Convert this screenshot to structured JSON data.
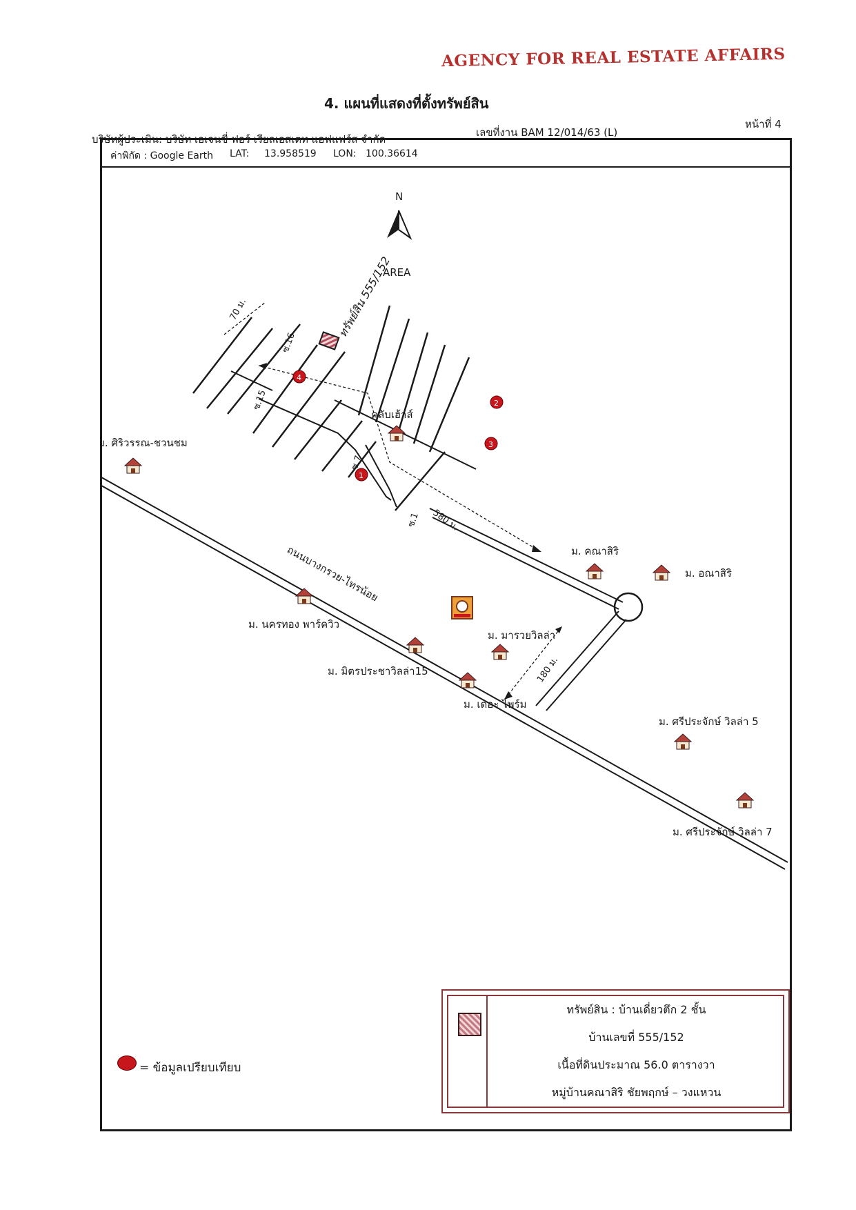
{
  "header": {
    "agency": "AGENCY FOR REAL ESTATE AFFAIRS",
    "title": "4. แผนที่แสดงที่ตั้งทรัพย์สิน",
    "company": "บริษัทผู้ประเมิน: บริษัท เอเจนซี่ ฟอร์ เรียลเอสเตท แอฟแฟร์ส จำกัด",
    "job_no": "เลขที่งาน BAM 12/014/63 (L)",
    "page_no": "หน้าที่ 4"
  },
  "coords": {
    "source": "ค่าพิกัด : Google Earth",
    "lat_label": "LAT:",
    "lat": "13.958519",
    "lon_label": "LON:",
    "lon": "100.36614"
  },
  "compass": {
    "north": "N",
    "area": "AREA"
  },
  "map_labels": {
    "property_script": "ทรัพย์สิน 555/152",
    "dist_70": "70 ม.",
    "dist_580": "580 ม.",
    "dist_180": "180 ม.",
    "soi_16": "ซ.16",
    "soi_15": "ซ.15",
    "soi_7": "ซ.7",
    "soi_1": "ซ.1",
    "main_road": "ถนนบางกรวย-ไทรน้อย",
    "clubhouse": "คลับเฮ้าส์",
    "siriwan": "ม. ศิริวรรณ-ชวนชม",
    "khanasiri": "ม. คณาสิริ",
    "anasiri": "ม. อณาสิริ",
    "nakhonthong": "ม. นครทอง พาร์ควิว",
    "maruai": "ม. มารวยวิลล่า",
    "mitpracha": "ม. มิตรประชาวิลล่า15",
    "theprime": "ม. เดอะ ไพร์ม",
    "sriprachak5": "ม. ศรีประจักษ์ วิลล่า 5",
    "sriprachak7": "ม. ศรีประจักษ์ วิลล่า 7",
    "pin_1": "1",
    "pin_2": "2",
    "pin_3": "3",
    "pin_4": "4"
  },
  "legend": {
    "asset_type": "ทรัพย์สิน : บ้านเดี่ยวตึก 2 ชั้น",
    "house_no": "บ้านเลขที่ 555/152",
    "land_area": "เนื้อที่ดินประมาณ 56.0 ตารางวา",
    "village": "หมู่บ้านคณาสิริ ชัยพฤกษ์ – วงแหวน",
    "comparable_key": "= ข้อมูลเปรียบเทียบ"
  },
  "colors": {
    "agency": "#b3322f",
    "pin": "#c8161d",
    "legend_border": "#8a3838"
  }
}
